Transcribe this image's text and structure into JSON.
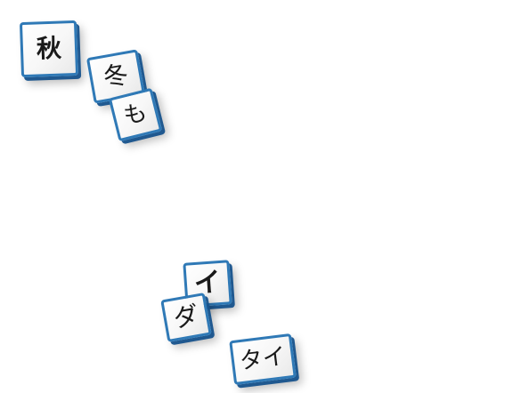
{
  "tiles": {
    "aki": "秋",
    "fuyu": "冬",
    "mo": "も",
    "i": "イ",
    "da": "ダ",
    "tai": "タイ"
  },
  "colors": {
    "background": "#ffffff",
    "tile_border": "#2f79b6",
    "tile_shadow": "#16528c",
    "text": "#1a1a1a"
  }
}
